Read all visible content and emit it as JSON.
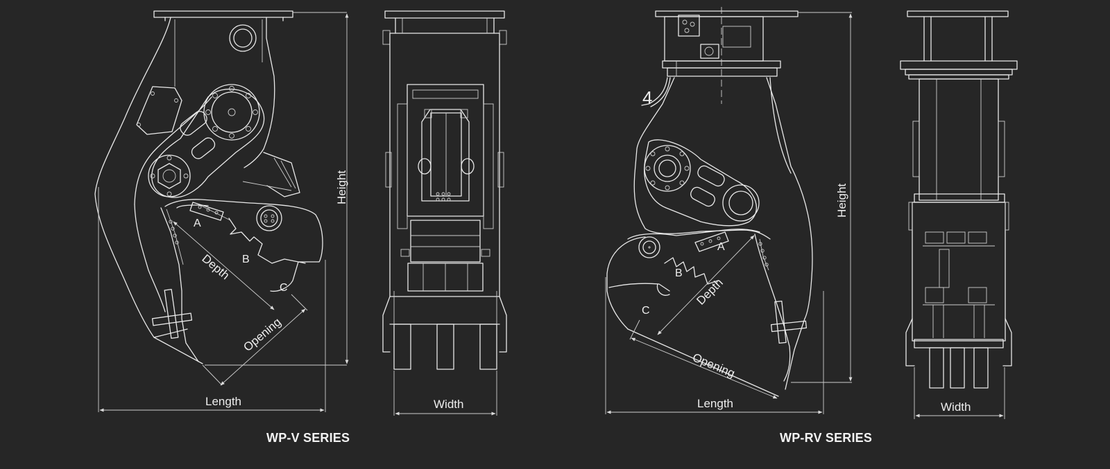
{
  "series": {
    "wp_v": "WP-V SERIES",
    "wp_rv": "WP-RV SERIES"
  },
  "dimensions": {
    "height": "Height",
    "length": "Length",
    "width": "Width",
    "depth": "Depth",
    "opening": "Opening"
  },
  "jaw_points": {
    "a": "A",
    "b": "B",
    "c": "C"
  },
  "figure_number": "4",
  "colors": {
    "background": "#262626",
    "line": "#e9e9e9"
  }
}
